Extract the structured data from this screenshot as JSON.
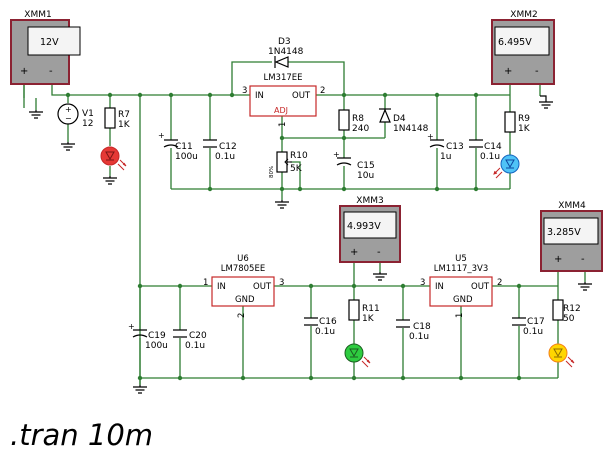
{
  "meters": [
    {
      "name": "XMM1",
      "value": "12V",
      "plus": "+",
      "minus": "-"
    },
    {
      "name": "XMM2",
      "value": "6.495V",
      "plus": "+",
      "minus": "-"
    },
    {
      "name": "XMM3",
      "value": "4.993V",
      "plus": "+",
      "minus": "-"
    },
    {
      "name": "XMM4",
      "value": "3.285V",
      "plus": "+",
      "minus": "-"
    }
  ],
  "source": {
    "ref": "V1",
    "value": "12"
  },
  "resistors": {
    "r7": {
      "ref": "R7",
      "value": "1K"
    },
    "r8": {
      "ref": "R8",
      "value": "240"
    },
    "r9": {
      "ref": "R9",
      "value": "1K"
    },
    "r10": {
      "ref": "R10",
      "value": "5K",
      "pct": "80%"
    },
    "r11": {
      "ref": "R11",
      "value": "1K"
    },
    "r12": {
      "ref": "R12",
      "value": "50"
    }
  },
  "capacitors": {
    "c11": {
      "ref": "C11",
      "value": "100u"
    },
    "c12": {
      "ref": "C12",
      "value": "0.1u"
    },
    "c13": {
      "ref": "C13",
      "value": "1u"
    },
    "c14": {
      "ref": "C14",
      "value": "0.1u"
    },
    "c15": {
      "ref": "C15",
      "value": "10u"
    },
    "c16": {
      "ref": "C16",
      "value": "0.1u"
    },
    "c17": {
      "ref": "C17",
      "value": "0.1u"
    },
    "c18": {
      "ref": "C18",
      "value": "0.1u"
    },
    "c19": {
      "ref": "C19",
      "value": "100u"
    },
    "c20": {
      "ref": "C20",
      "value": "0.1u"
    }
  },
  "diodes": {
    "d3": {
      "ref": "D3",
      "value": "1N4148"
    },
    "d4": {
      "ref": "D4",
      "value": "1N4148"
    }
  },
  "regulators": {
    "lm317": {
      "part": "LM317EE",
      "in": "IN",
      "out": "OUT",
      "adj": "ADJ",
      "pin_in": "3",
      "pin_out": "2",
      "pin_adj": "1"
    },
    "u6": {
      "ref": "U6",
      "part": "LM7805EE",
      "in": "IN",
      "out": "OUT",
      "gnd": "GND",
      "pin_in": "1",
      "pin_out": "3",
      "pin_gnd": "2"
    },
    "u5": {
      "ref": "U5",
      "part": "LM1117_3V3",
      "in": "IN",
      "out": "OUT",
      "gnd": "GND",
      "pin_in": "3",
      "pin_out": "2",
      "pin_gnd": "1"
    }
  },
  "leds": {
    "red": "#e53935",
    "blue": "#4fc3f7",
    "green": "#2ecc40",
    "yellow": "#ffd600"
  },
  "colors": {
    "wire": "#2e7d32",
    "meter_body": "#8b8b8b",
    "meter_border": "#8b2232",
    "node": "#2e7d32"
  },
  "directive": ".tran 10m"
}
